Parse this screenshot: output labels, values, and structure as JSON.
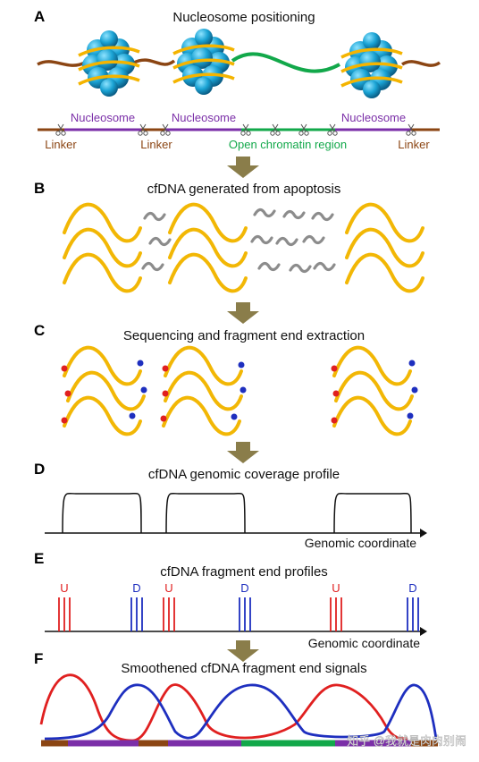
{
  "colors": {
    "linker": "#8B4513",
    "nucleosome_dna": "#7B2FA8",
    "open_chromatin": "#12A84A",
    "histone": "#1AA3D4",
    "dna_wrap": "#F4B400",
    "fragment": "#F2B705",
    "short_fragment": "#8C8C8C",
    "arrow": "#8A7D4A",
    "u_end": "#E02020",
    "d_end": "#1E2FBF"
  },
  "panels": {
    "A": {
      "letter": "A",
      "title": "Nucleosome positioning",
      "labels": {
        "nucleosome": "Nucleosome",
        "linker": "Linker",
        "open_chromatin": "Open chromatin region"
      }
    },
    "B": {
      "letter": "B",
      "title": "cfDNA generated from apoptosis"
    },
    "C": {
      "letter": "C",
      "title": "Sequencing and fragment end extraction"
    },
    "D": {
      "letter": "D",
      "title": "cfDNA genomic coverage profile",
      "axis_label": "Genomic coordinate"
    },
    "E": {
      "letter": "E",
      "title": "cfDNA fragment end profiles",
      "axis_label": "Genomic coordinate",
      "u_label": "U",
      "d_label": "D"
    },
    "F": {
      "letter": "F",
      "title": "Smoothened cfDNA fragment end signals"
    }
  },
  "watermark": "知乎 @我就是肉肉别闹",
  "icons": [
    "scissors-icon",
    "down-arrow-icon"
  ]
}
